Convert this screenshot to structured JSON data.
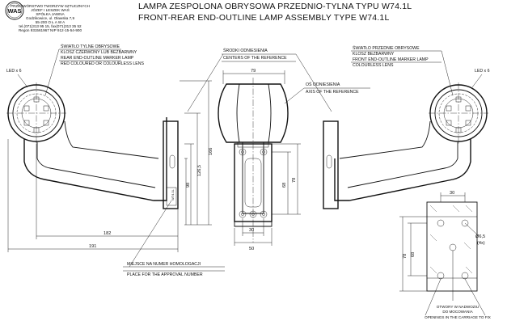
{
  "title": {
    "line1": "LAMPA ZESPOLONA OBRYSOWA PRZEDNIO-TYLNA  TYPU W74.1L",
    "line2": "FRONT-REAR END-OUTLINE  LAMP ASSEMBLY TYPE W74.1L"
  },
  "company": {
    "logo_text": "WAS",
    "lines": [
      "PRZETWÓRSTWO TWORZYW SZTUCZNYCH",
      "JÓZEF I LESZEK WAŚ",
      "SPÓŁKA JAWNA",
      "Godzikowice, ul. Oławska 7,9",
      "55-200  O Ł A W A",
      "tel.(071)313 95 15, fax(071)313 35 52",
      "Regon 931561967 NIP 912-15-54-900"
    ]
  },
  "labels": {
    "rear_pl": "ŚWIATŁO TYLNE OBRYSOWE",
    "rear_pl2": "KLOSZ  CZERWONY LUB BEZBARWNY",
    "rear_en": "REAR END-OUTLINE MARKER LAMP",
    "rear_en2": "RED COLOURED OR COLOURLESS LENS",
    "front_pl": "ŚWIATŁO PRZEDNIE OBRYSOWE",
    "front_pl2": "KLOSZ BEZBARWNY",
    "front_en": "FRONT END-OUTLINE MARKER LAMP",
    "front_en2": "COLOURLESS LENS",
    "centers_pl": "ŚRODKI ODNIESIENIA",
    "centers_en": "CENTERS OF THE REFERENCE",
    "axis_pl": "OŚ ODNIESIENIA",
    "axis_en": "AXIS OF THE REFERENCE",
    "approval_pl": "MIEJSCE NA NUMER HOMOLOGACJI",
    "approval_en": "PLACE FOR THE APPROVAL NUMBER",
    "holes_pl1": "OTWORY W NADWOZIU",
    "holes_pl2": "DO MOCOWANIA",
    "holes_en": "OPENINGS IN THE CARRIAGE TO FIX",
    "led_left": "LED x 6",
    "led_right": "LED x 6",
    "plate_mark": "W74.1L"
  },
  "dimensions": {
    "d191": "191",
    "d182": "182",
    "d166": "166",
    "d126": "126,5",
    "d98": "98",
    "d79": "79",
    "d68a": "68",
    "d78a": "78",
    "d30a": "30",
    "d50": "50",
    "d30b": "30",
    "d65": "Ø6,5",
    "d4x": "(4x)",
    "d78b": "78",
    "d68b": "68"
  }
}
